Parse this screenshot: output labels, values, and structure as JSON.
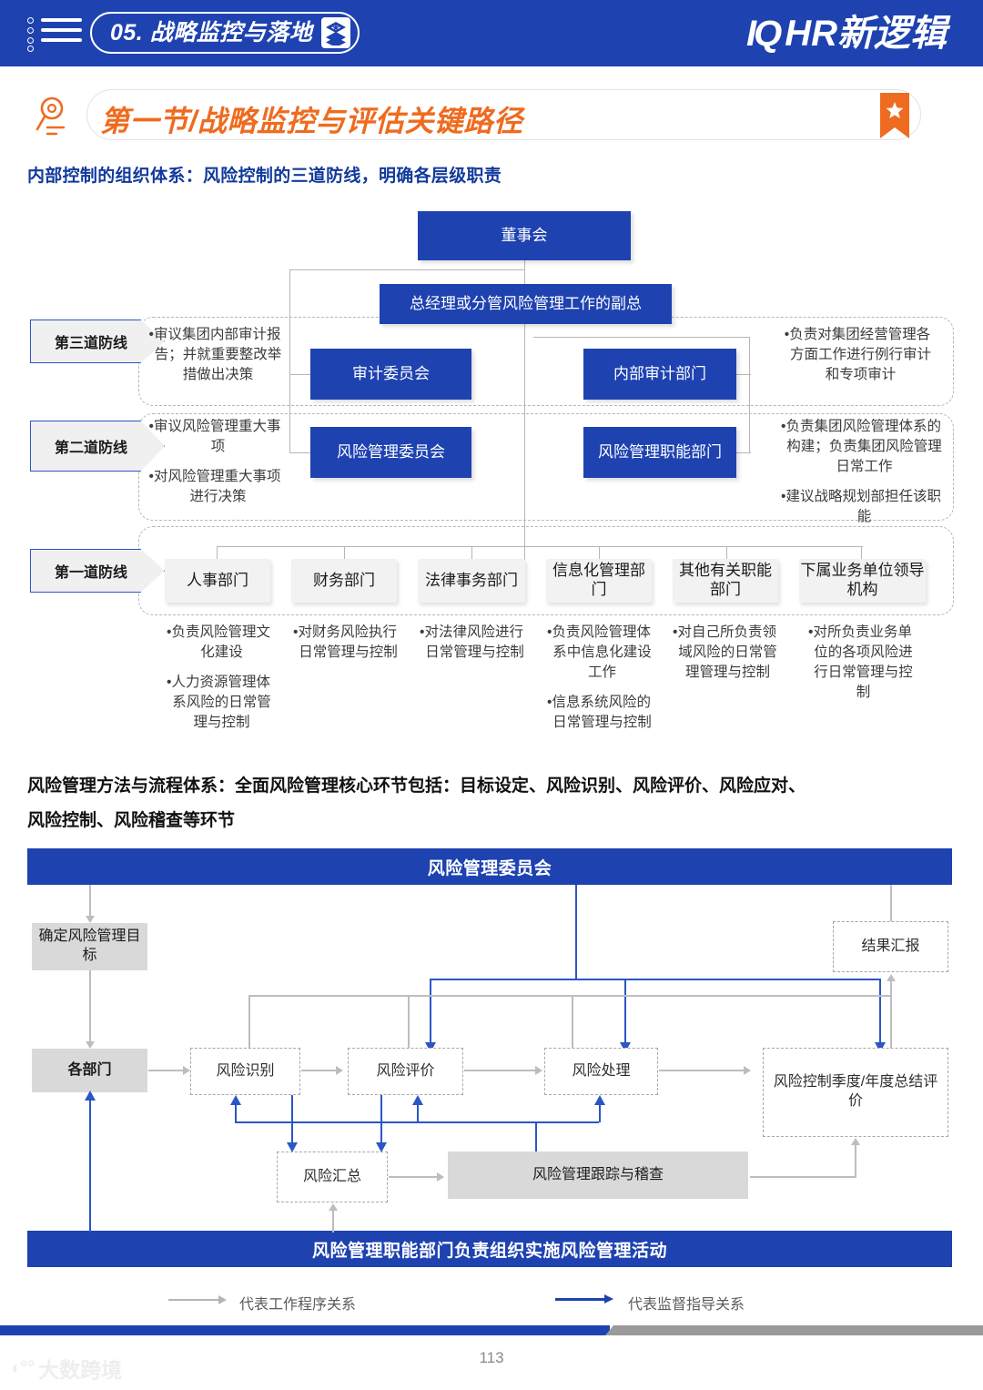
{
  "header": {
    "chapter_label": "05. 战略监控与落地",
    "brand_mark": "IQ",
    "brand_name": "HR新逻辑",
    "hamburger_icon": "hamburger-icon",
    "badge_icon": "layers-star-icon"
  },
  "section": {
    "title": "第一节/战略监控与评估关键路径",
    "magnifier_icon": "magnifier-icon",
    "bookmark_icon": "bookmark-star-icon"
  },
  "headings": {
    "org": "内部控制的组织体系：风险控制的三道防线，明确各层级职责",
    "process_line1": "风险管理方法与流程体系：全面风险管理核心环节包括：目标设定、风险识别、风险评价、风险应对、",
    "process_line2": "风险控制、风险稽查等环节"
  },
  "org_chart": {
    "board": "董事会",
    "gm": "总经理或分管风险管理工作的副总",
    "lines": [
      {
        "label": "第三道防线"
      },
      {
        "label": "第二道防线"
      },
      {
        "label": "第一道防线"
      }
    ],
    "line3": {
      "left_bullets": [
        "•审议集团内部审计报告；并就重要整改举措做出决策"
      ],
      "left_box": "审计委员会",
      "right_box": "内部审计部门",
      "right_bullets": [
        "•负责对集团经营管理各方面工作进行例行审计和专项审计"
      ]
    },
    "line2": {
      "left_bullets": [
        "•审议风险管理重大事项",
        "•对风险管理重大事项进行决策"
      ],
      "left_box": "风险管理委员会",
      "right_box": "风险管理职能部门",
      "right_bullets": [
        "•负责集团风险管理体系的构建；负责集团风险管理日常工作",
        "•建议战略规划部担任该职能"
      ]
    },
    "line1": {
      "departments": [
        {
          "name": "人事部门",
          "bullets": [
            "•负责风险管理文化建设",
            "•人力资源管理体系风险的日常管理与控制"
          ]
        },
        {
          "name": "财务部门",
          "bullets": [
            "•对财务风险执行日常管理与控制"
          ]
        },
        {
          "name": "法律事务部门",
          "bullets": [
            "•对法律风险进行日常管理与控制"
          ]
        },
        {
          "name": "信息化管理部门",
          "bullets": [
            "•负责风险管理体系中信息化建设工作",
            "•信息系统风险的日常管理与控制"
          ]
        },
        {
          "name": "其他有关职能部门",
          "bullets": [
            "•对自己所负责领域风险的日常管理管理与控制"
          ]
        },
        {
          "name": "下属业务单位领导机构",
          "bullets": [
            "•对所负责业务单位的各项风险进行日常管理与控制"
          ]
        }
      ]
    }
  },
  "flow": {
    "top_banner": "风险管理委员会",
    "bottom_banner": "风险管理职能部门负责组织实施风险管理活动",
    "set_goal": "确定风险管理目标",
    "departments": "各部门",
    "result_report": "结果汇报",
    "identify": "风险识别",
    "evaluate": "风险评价",
    "handle": "风险处理",
    "summary_eval": "风险控制季度/年度总结评价",
    "aggregate": "风险汇总",
    "track_audit": "风险管理跟踪与稽查"
  },
  "legend": {
    "work_relation": "代表工作程序关系",
    "supervise_relation": "代表监督指导关系"
  },
  "footer": {
    "page_number": "113",
    "watermark": "大数跨境"
  },
  "colors": {
    "brand_blue": "#1e42b0",
    "accent_orange": "#ef6b1f",
    "box_blue": "#1e42b0",
    "box_grey": "#f2f2f2",
    "flow_grey": "#d9d9d9"
  }
}
